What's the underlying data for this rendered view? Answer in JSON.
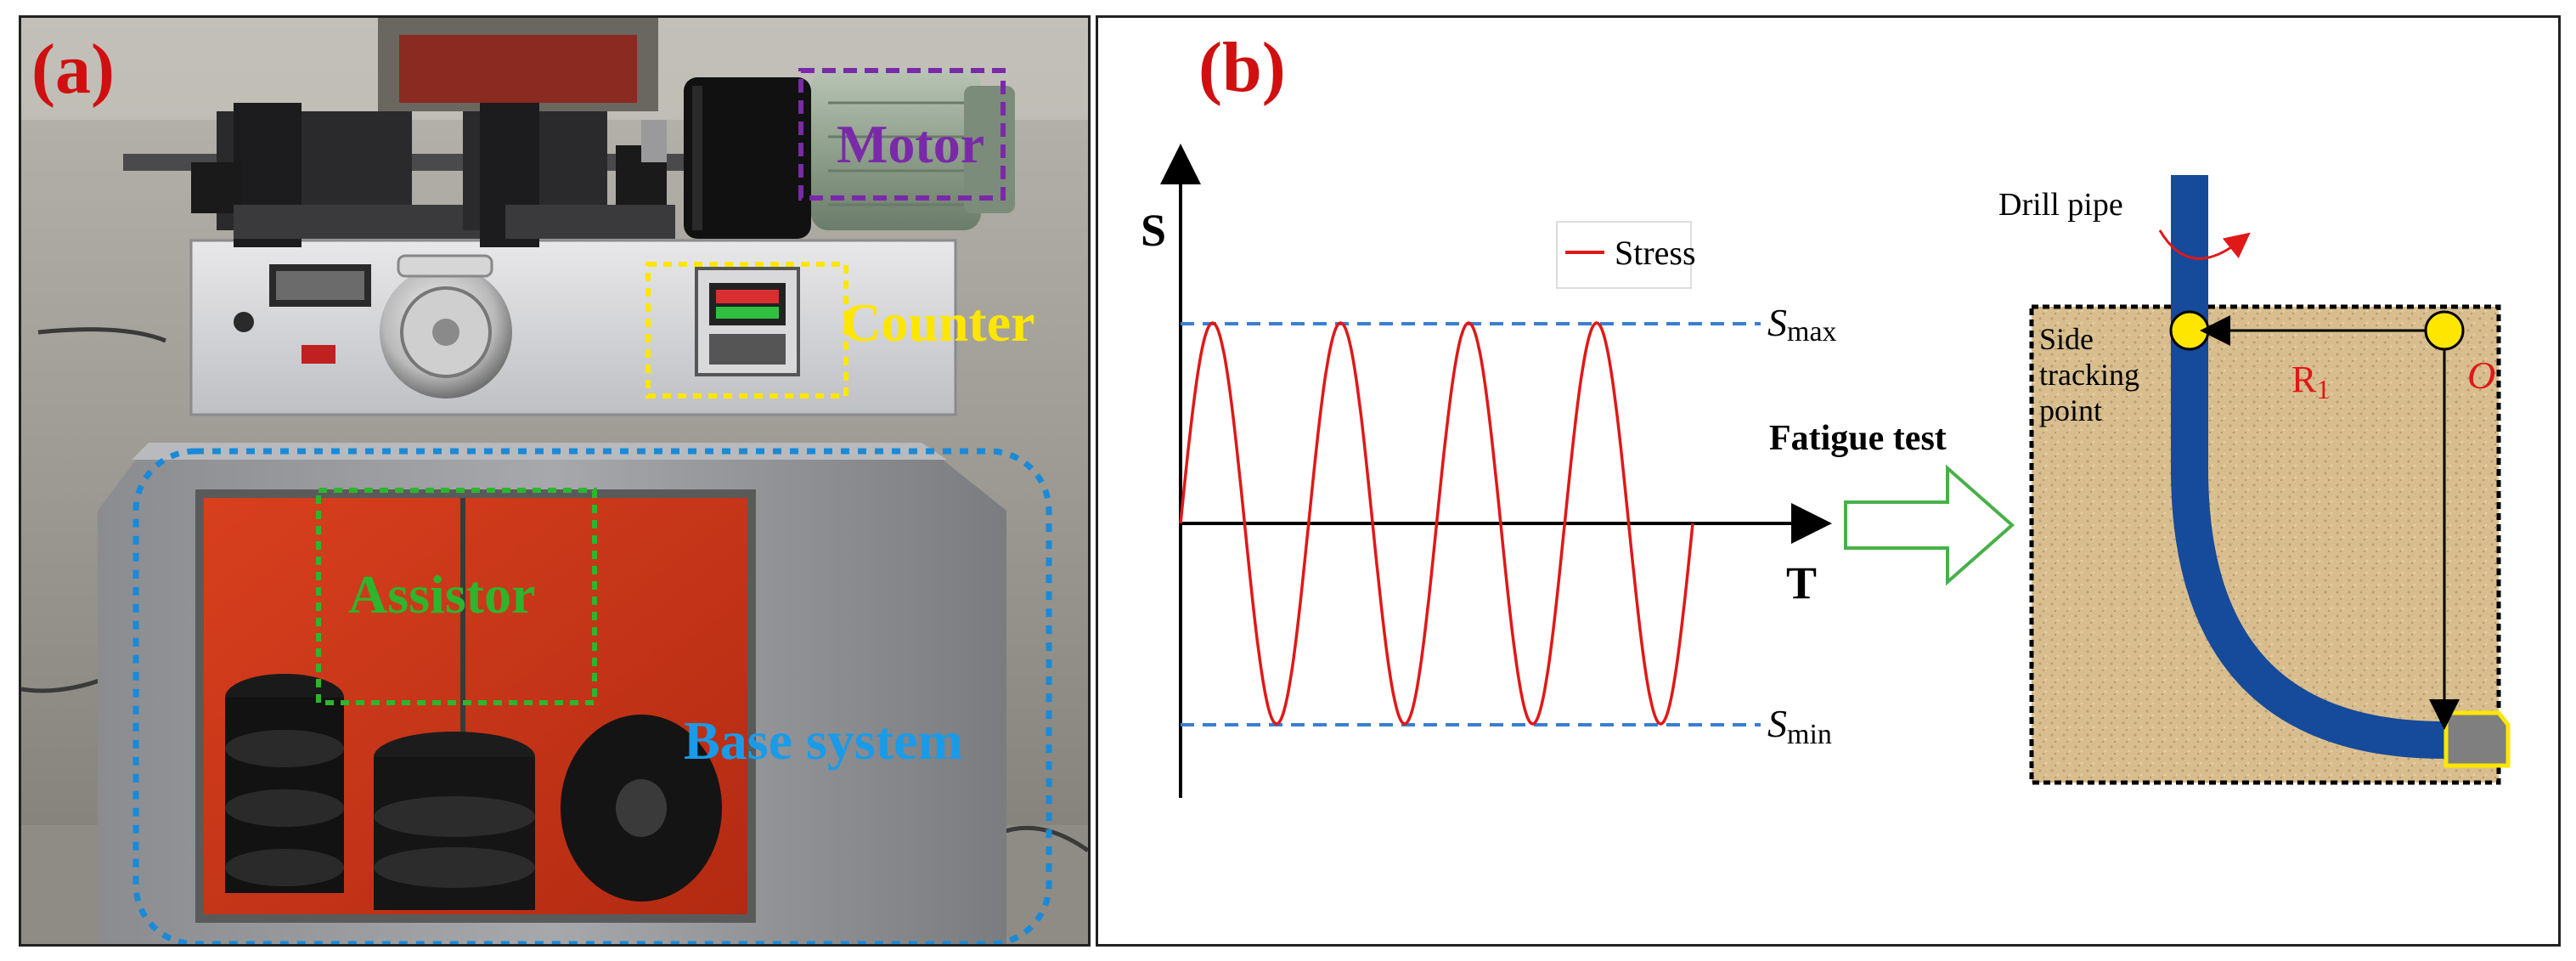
{
  "panel_a": {
    "label": "(a)",
    "callouts": {
      "motor": "Motor",
      "counter": "Counter",
      "assistor": "Assistor",
      "base": "Base system"
    }
  },
  "panel_b": {
    "label": "(b)",
    "axis_y": "S",
    "axis_x": "T",
    "legend": "Stress",
    "smax_letter": "S",
    "smax_sub": "max",
    "smin_letter": "S",
    "smin_sub": "min",
    "arrow_label": "Fatigue test",
    "drill_pipe": "Drill pipe",
    "side_tracking": [
      "Side",
      "tracking",
      "point"
    ],
    "radius_letter": "R",
    "radius_sub": "1",
    "origin": "O"
  },
  "colors": {
    "label_red": "#d01010",
    "motor_purple": "#7a2aa8",
    "counter_yellow": "#ffe600",
    "assistor_green": "#2db52d",
    "base_blue": "#1a8ad8",
    "stress_red": "#e01818",
    "dashed_blue": "#3a7fd0",
    "pipe_blue": "#164a9a",
    "ground": "#d8be8e",
    "arrow_green": "#48b048"
  }
}
